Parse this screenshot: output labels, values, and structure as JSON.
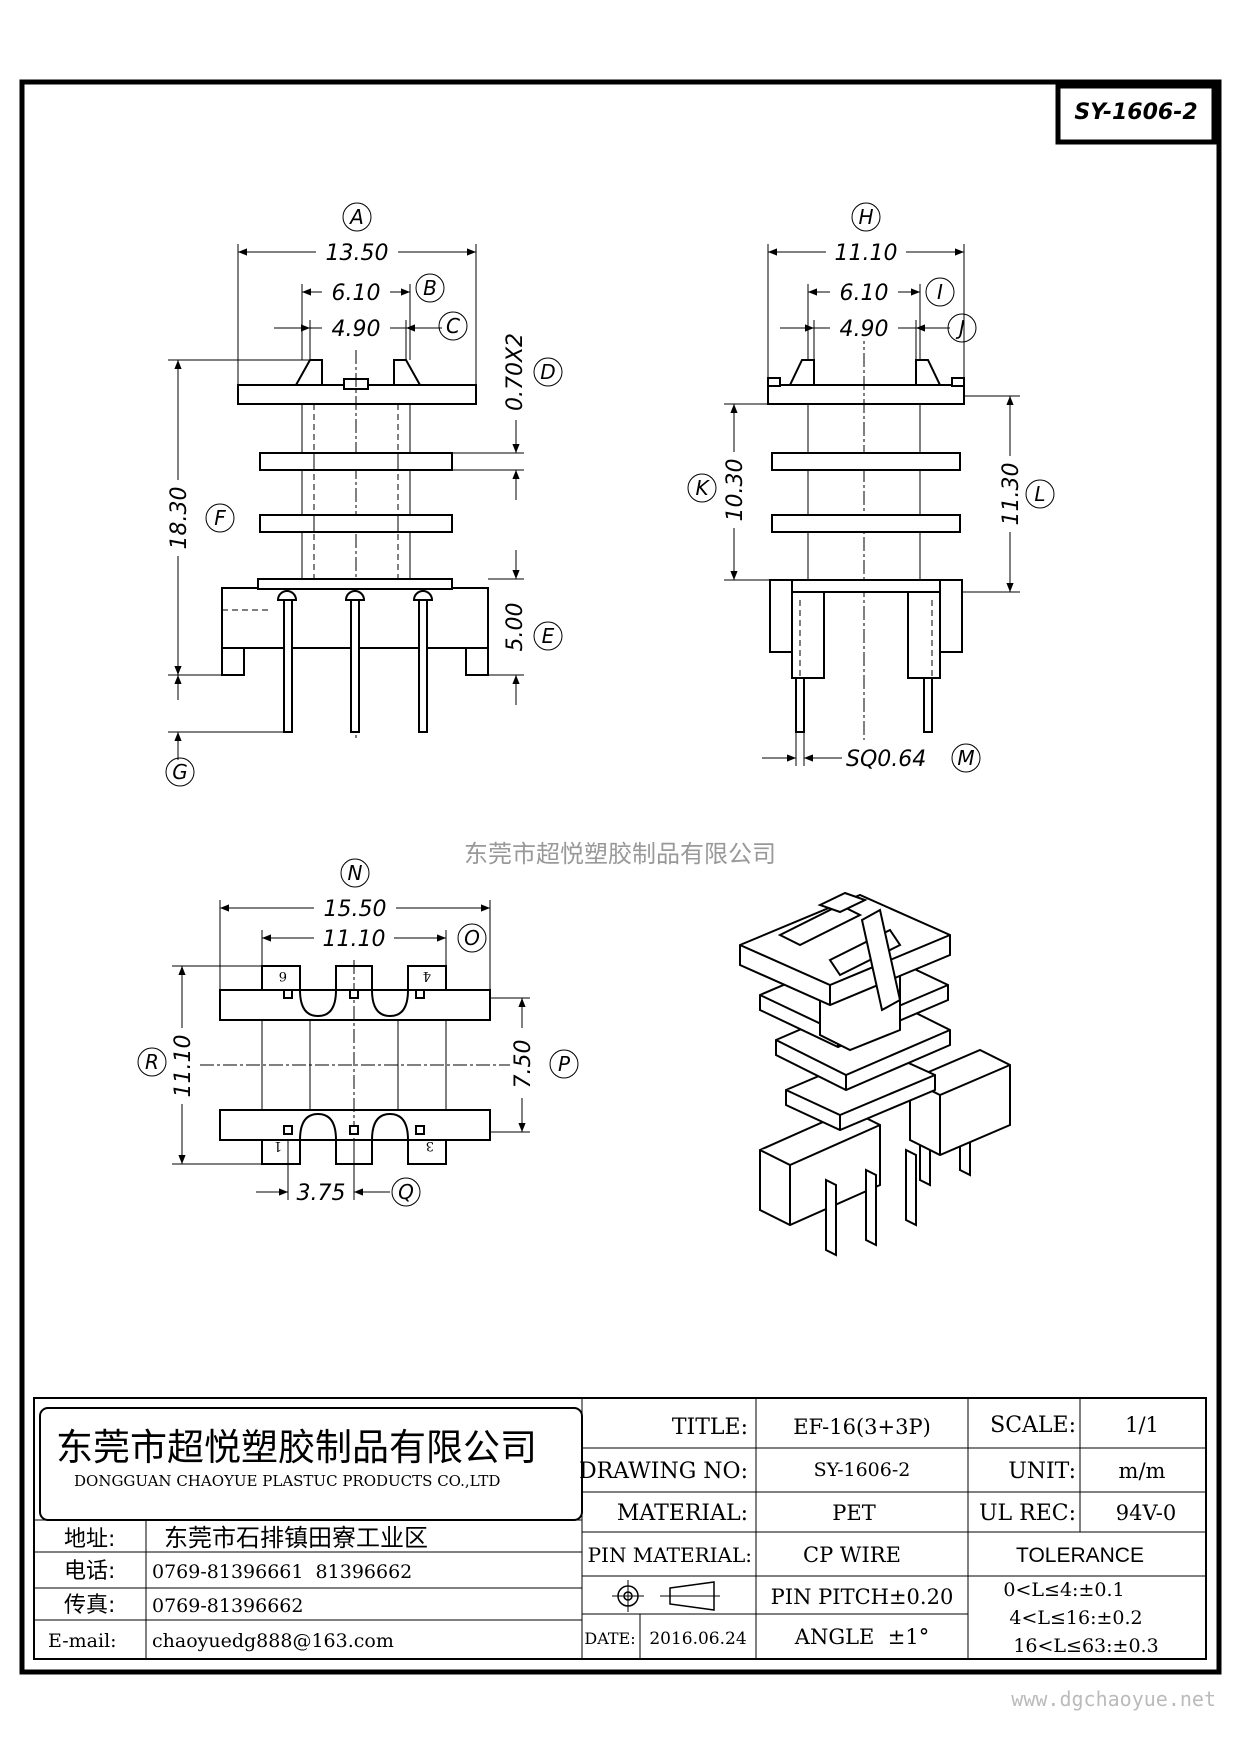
{
  "drawing_id": "SY-1606-2",
  "watermark": "东莞市超悦塑胶制品有限公司",
  "website": "www.dgchaoyue.net",
  "front_view": {
    "A": {
      "letter": "A",
      "value": "13.50"
    },
    "B": {
      "letter": "B",
      "value": "6.10"
    },
    "C": {
      "letter": "C",
      "value": "4.90"
    },
    "D": {
      "letter": "D",
      "value": "0.70X2"
    },
    "E": {
      "letter": "E",
      "value": "5.00"
    },
    "F": {
      "letter": "F",
      "value": "18.30"
    },
    "G": {
      "letter": "G"
    }
  },
  "side_view": {
    "H": {
      "letter": "H",
      "value": "11.10"
    },
    "I": {
      "letter": "I",
      "value": "6.10"
    },
    "J": {
      "letter": "J",
      "value": "4.90"
    },
    "K": {
      "letter": "K",
      "value": "10.30"
    },
    "L": {
      "letter": "L",
      "value": "11.30"
    },
    "M": {
      "letter": "M",
      "value": "SQ0.64"
    }
  },
  "bottom_view": {
    "N": {
      "letter": "N",
      "value": "15.50"
    },
    "O": {
      "letter": "O",
      "value": "11.10"
    },
    "P": {
      "letter": "P",
      "value": "7.50"
    },
    "Q": {
      "letter": "Q",
      "value": "3.75"
    },
    "R": {
      "letter": "R",
      "value": "11.10"
    },
    "pins": [
      "6",
      "4",
      "1",
      "3"
    ]
  },
  "title_block": {
    "company_cn": "东莞市超悦塑胶制品有限公司",
    "company_en": "DONGGUAN CHAOYUE PLASTUC PRODUCTS CO.,LTD",
    "address_label": "地址:",
    "address": "东莞市石排镇田寮工业区",
    "phone_label": "电话:",
    "phone": "0769-81396661  81396662",
    "fax_label": "传真:",
    "fax": "0769-81396662",
    "email_label": "E-mail:",
    "email": "chaoyuedg888@163.com",
    "title_label": "TITLE:",
    "title": "EF-16(3+3P)",
    "scale_label": "SCALE:",
    "scale": "1/1",
    "drawing_no_label": "DRAWING NO:",
    "drawing_no": "SY-1606-2",
    "unit_label": "UNIT:",
    "unit": "m/m",
    "material_label": "MATERIAL:",
    "material": "PET",
    "ul_label": "UL REC:",
    "ul": "94V-0",
    "pin_material_label": "PIN MATERIAL:",
    "pin_material": "CP WIRE",
    "tolerance_label": "TOLERANCE",
    "pin_pitch": "PIN PITCH±0.20",
    "tol1": "0<L≤4:±0.1",
    "tol2": "4<L≤16:±0.2",
    "tol3": "16<L≤63:±0.3",
    "angle": "ANGLE  ±1°",
    "date_label": "DATE:",
    "date": "2016.06.24"
  }
}
